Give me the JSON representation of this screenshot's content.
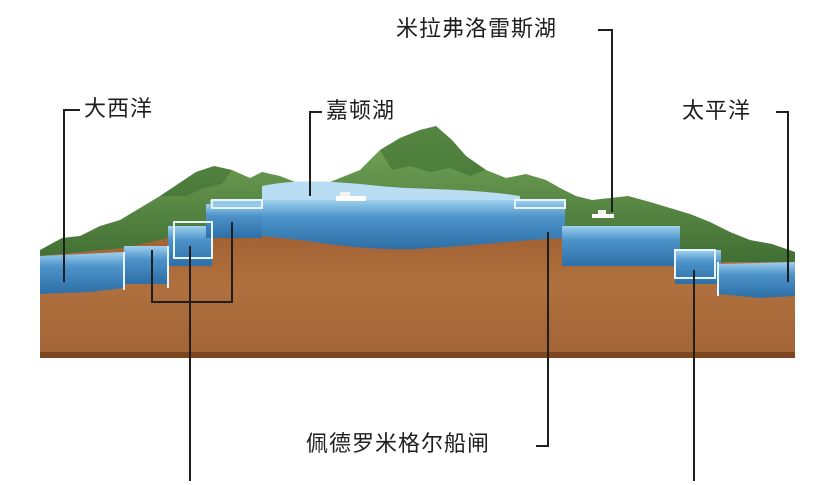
{
  "labels": {
    "atlantic": "大西洋",
    "gatun_lake": "嘉顿湖",
    "miraflores_lake": "米拉弗洛雷斯湖",
    "pacific": "太平洋",
    "pedro_miguel_locks": "佩德罗米格尔船闸"
  },
  "colors": {
    "water": "#3f86bf",
    "water_light": "#8fc3e6",
    "earth": "#a9693b",
    "earth_dark": "#8a5028",
    "mountain": "#5d9146",
    "mountain_dark": "#3f6f34",
    "lock_box": "#2f78b3",
    "leader_line": "#1e1e1e"
  }
}
